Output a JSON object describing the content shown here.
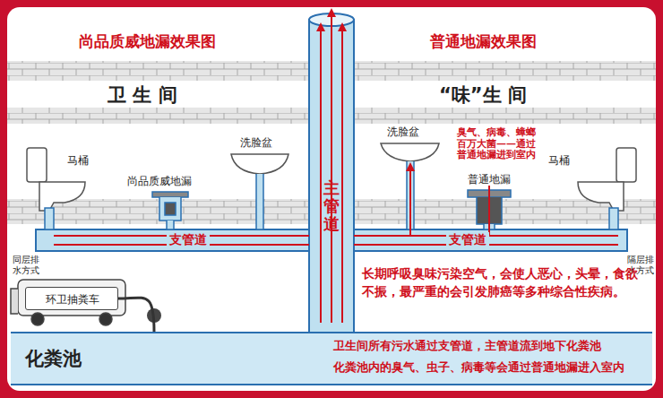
{
  "diagram": {
    "nodes": [
      {
        "text": [
          "主管道"
        ]
      },
      {
        "text": [
          "环卫抽粪车"
        ]
      },
      {
        "text": [
          "化粪池",
          "卫生间所有污水通过支管道，主管道流到地下化粪池",
          "化粪池内的臭气、虫子、病毒等会通过普通地漏进入室内"
        ]
      }
    ],
    "edges": [
      {
        "from": 1,
        "to": 2,
        "arrow": "none"
      }
    ],
    "labels": [
      "尚品质威地漏效果图",
      "普通地漏效果图",
      "卫 生 间",
      "“味”生 间",
      "马桶",
      "尚品质威地漏",
      "洗脸盆",
      "洗脸盆",
      "臭气、病毒、蟑螂 百万大菌——通过 普通地漏进到室内",
      "普通地漏",
      "马桶",
      "支管道",
      "支管道",
      "同层排水方式",
      "隔层排水方式",
      "长期呼吸臭味污染空气，会使人恶心，头晕，食欲不振，最严重的会引发肺癌等多种综合性疾病。"
    ]
  }
}
